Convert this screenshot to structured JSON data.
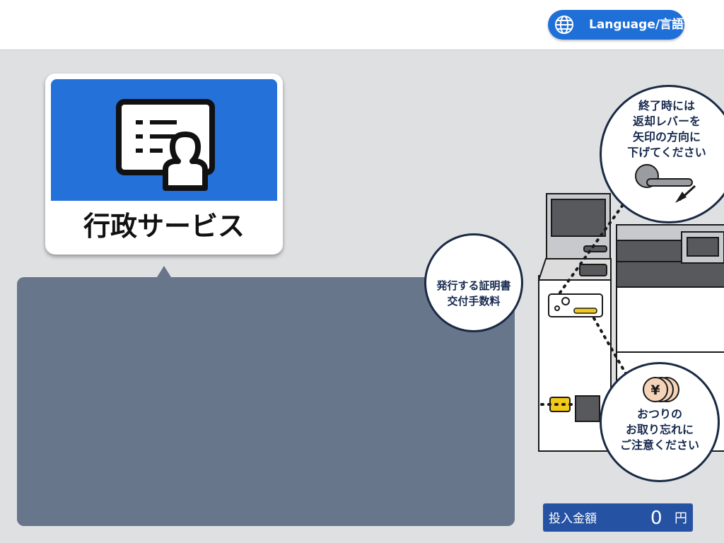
{
  "header": {
    "language_button": {
      "label": "Language/言語",
      "icon": "globe-icon"
    }
  },
  "service_card": {
    "title": "行政サービス",
    "icon": "certificate-id-card-icon",
    "colors": {
      "banner": "#2471da",
      "card": "#ffffff"
    }
  },
  "guide": {
    "fee_bubble": {
      "lines": [
        "発行する証明書",
        "交付手数料"
      ]
    },
    "return_lever_bubble": {
      "lines": [
        "終了時には",
        "返却レバーを",
        "矢印の方向に",
        "下げてください"
      ],
      "icon": "return-lever-icon"
    },
    "change_bubble": {
      "lines": [
        "おつりの",
        "お取り忘れに",
        "ご注意ください"
      ],
      "icon": "yen-coins-icon",
      "coin_symbol": "¥"
    }
  },
  "amount": {
    "label": "投入金額",
    "value": "0",
    "unit": "円"
  },
  "colors": {
    "accent": "#1f6fd8",
    "panel": "#67768a",
    "amount_bg": "#2652a3",
    "bubble_text": "#16294e"
  }
}
